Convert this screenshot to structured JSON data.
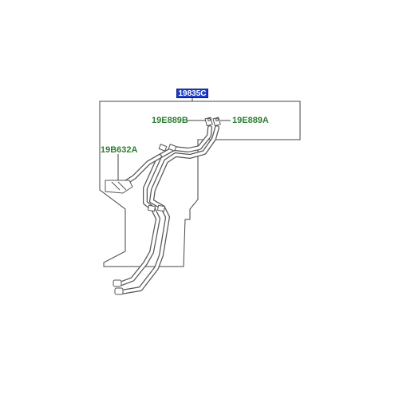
{
  "diagram": {
    "main_part_number": "19835C",
    "callouts": {
      "clip_right": "19E889A",
      "clip_left": "19E889B",
      "bracket": "19B632A"
    },
    "colors": {
      "callout_text": "#2e7d32",
      "main_label_bg": "#1e40c8",
      "outline": "#333333"
    }
  }
}
